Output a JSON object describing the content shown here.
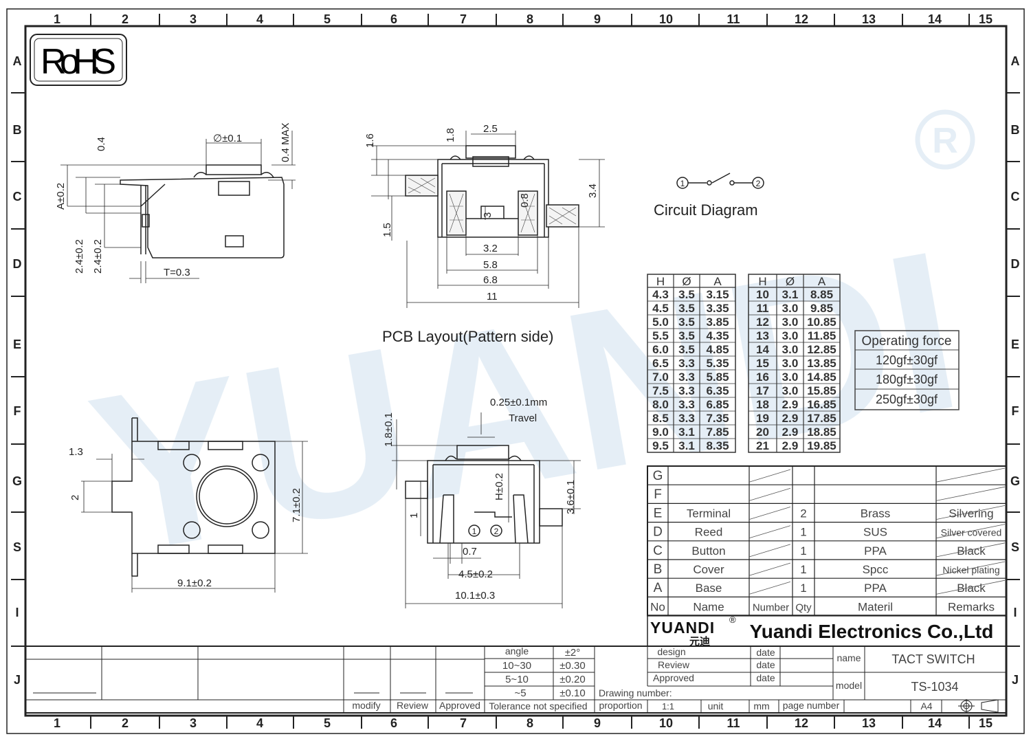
{
  "watermark": {
    "text": "YUANDI",
    "registered": "®",
    "color": "#cfe0ee"
  },
  "rohs": "RoHS",
  "border": {
    "cols": [
      "1",
      "2",
      "3",
      "4",
      "5",
      "6",
      "7",
      "8",
      "9",
      "10",
      "11",
      "12",
      "13",
      "14",
      "15"
    ],
    "rows": [
      "A",
      "B",
      "C",
      "D",
      "E",
      "F",
      "G",
      "S",
      "I",
      "J"
    ]
  },
  "side_view": {
    "dims": [
      "0.4",
      "∅±0.1",
      "0.4 MAX",
      "A±0.2",
      "2.4±0.2",
      "2.4±0.2",
      "T=0.3"
    ]
  },
  "pcb_layout": {
    "dims": [
      "1.6",
      "1.8",
      "2.5",
      "3.4",
      "1.5",
      "0.8",
      "3",
      "3.2",
      "5.8",
      "6.8",
      "11"
    ],
    "title": "PCB Layout(Pattern side)"
  },
  "circuit": {
    "pin1": "1",
    "pin2": "2",
    "title": "Circuit Diagram"
  },
  "top_view": {
    "dims": [
      "1.3",
      "2",
      "7.1±0.2",
      "9.1±0.2"
    ]
  },
  "front_view": {
    "dims": [
      "0.25±0.1mm",
      "Travel",
      "1.8±0.1",
      "H±0.2",
      "3.6±0.1",
      "1",
      "0.7",
      "4.5±0.2",
      "10.1±0.3"
    ],
    "pins": [
      "1",
      "2"
    ]
  },
  "size_table": {
    "headers": [
      "H",
      "Ø",
      "A"
    ],
    "left": [
      [
        "4.3",
        "3.5",
        "3.15"
      ],
      [
        "4.5",
        "3.5",
        "3.35"
      ],
      [
        "5.0",
        "3.5",
        "3.85"
      ],
      [
        "5.5",
        "3.5",
        "4.35"
      ],
      [
        "6.0",
        "3.5",
        "4.85"
      ],
      [
        "6.5",
        "3.3",
        "5.35"
      ],
      [
        "7.0",
        "3.3",
        "5.85"
      ],
      [
        "7.5",
        "3.3",
        "6.35"
      ],
      [
        "8.0",
        "3.3",
        "6.85"
      ],
      [
        "8.5",
        "3.3",
        "7.35"
      ],
      [
        "9.0",
        "3.1",
        "7.85"
      ],
      [
        "9.5",
        "3.1",
        "8.35"
      ]
    ],
    "right": [
      [
        "10",
        "3.1",
        "8.85"
      ],
      [
        "11",
        "3.0",
        "9.85"
      ],
      [
        "12",
        "3.0",
        "10.85"
      ],
      [
        "13",
        "3.0",
        "11.85"
      ],
      [
        "14",
        "3.0",
        "12.85"
      ],
      [
        "15",
        "3.0",
        "13.85"
      ],
      [
        "16",
        "3.0",
        "14.85"
      ],
      [
        "17",
        "3.0",
        "15.85"
      ],
      [
        "18",
        "2.9",
        "16.85"
      ],
      [
        "19",
        "2.9",
        "17.85"
      ],
      [
        "20",
        "2.9",
        "18.85"
      ],
      [
        "21",
        "2.9",
        "19.85"
      ]
    ]
  },
  "operating_force": {
    "title": "Operating force",
    "values": [
      "120gf±30gf",
      "180gf±30gf",
      "250gf±30gf"
    ]
  },
  "bom": {
    "rows": [
      {
        "no": "G",
        "name": "",
        "number": "",
        "qty": "",
        "material": "",
        "remarks": ""
      },
      {
        "no": "F",
        "name": "",
        "number": "",
        "qty": "",
        "material": "",
        "remarks": ""
      },
      {
        "no": "E",
        "name": "Terminal",
        "number": "",
        "qty": "2",
        "material": "Brass",
        "remarks": "Silvering"
      },
      {
        "no": "D",
        "name": "Reed",
        "number": "",
        "qty": "1",
        "material": "SUS",
        "remarks": "Silver covered"
      },
      {
        "no": "C",
        "name": "Button",
        "number": "",
        "qty": "1",
        "material": "PPA",
        "remarks": "Black"
      },
      {
        "no": "B",
        "name": "Cover",
        "number": "",
        "qty": "1",
        "material": "Spcc",
        "remarks": "Nickel plating"
      },
      {
        "no": "A",
        "name": "Base",
        "number": "",
        "qty": "1",
        "material": "PPA",
        "remarks": "Black"
      }
    ],
    "header": {
      "no": "No",
      "name": "Name",
      "number": "Number",
      "qty": "Qty",
      "material": "Materil",
      "remarks": "Remarks"
    }
  },
  "company": {
    "logo": "YUANDI",
    "logo_cn": "元迪",
    "registered": "®",
    "name": "Yuandi Electronics Co.,Ltd"
  },
  "title_block": {
    "modify": "modify",
    "review": "Review",
    "approved": "Approved",
    "angle": "angle",
    "angle_tol": "±2°",
    "ranges": [
      [
        "10~30",
        "±0.30"
      ],
      [
        "5~10",
        "±0.20"
      ],
      [
        "~5",
        "±0.10"
      ]
    ],
    "tolerance_note": "Tolerance not specified",
    "design": "design",
    "review2": "Review",
    "approved2": "Approved",
    "date": "date",
    "drawing_number": "Drawing number:",
    "proportion": "proportion",
    "scale": "1:1",
    "unit": "unit",
    "mm": "mm",
    "page_number": "page number",
    "paper": "A4",
    "name_label": "name",
    "name_value": "TACT SWITCH",
    "model_label": "model",
    "model_value": "TS-1034"
  }
}
